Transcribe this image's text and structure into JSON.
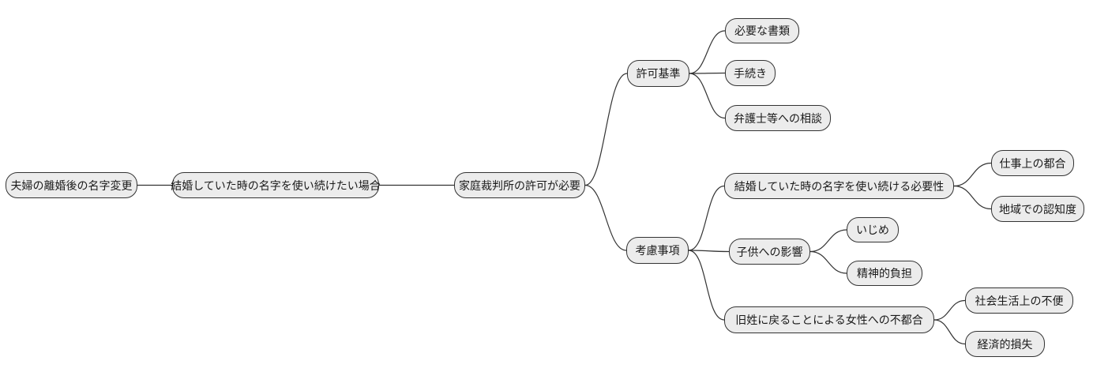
{
  "diagram": {
    "type": "mindmap",
    "direction": "left-to-right",
    "colors": {
      "background": "#ffffff",
      "node_fill": "#ececec",
      "node_border": "#333333",
      "edge": "#333333",
      "text": "#1a1a1a"
    },
    "nodes": {
      "root": {
        "label": "夫婦の離婚後の名字変更"
      },
      "keep_case": {
        "label": "結婚していた時の名字を使い続けたい場合"
      },
      "court": {
        "label": "家庭裁判所の許可が必要"
      },
      "criteria": {
        "label": "許可基準"
      },
      "documents": {
        "label": "必要な書類"
      },
      "procedure": {
        "label": "手続き"
      },
      "lawyer": {
        "label": "弁護士等への相談"
      },
      "considerations": {
        "label": "考慮事項"
      },
      "necessity": {
        "label": "結婚していた時の名字を使い続ける必要性"
      },
      "work": {
        "label": "仕事上の都合"
      },
      "community": {
        "label": "地域での認知度"
      },
      "children": {
        "label": "子供への影響"
      },
      "bullying": {
        "label": "いじめ"
      },
      "mental": {
        "label": "精神的負担"
      },
      "maiden": {
        "label": "旧姓に戻ることによる女性への不都合"
      },
      "social": {
        "label": "社会生活上の不便"
      },
      "economic": {
        "label": "経済的損失"
      }
    },
    "edges": [
      [
        "root",
        "keep_case"
      ],
      [
        "keep_case",
        "court"
      ],
      [
        "court",
        "criteria"
      ],
      [
        "court",
        "considerations"
      ],
      [
        "criteria",
        "documents"
      ],
      [
        "criteria",
        "procedure"
      ],
      [
        "criteria",
        "lawyer"
      ],
      [
        "considerations",
        "necessity"
      ],
      [
        "considerations",
        "children"
      ],
      [
        "considerations",
        "maiden"
      ],
      [
        "necessity",
        "work"
      ],
      [
        "necessity",
        "community"
      ],
      [
        "children",
        "bullying"
      ],
      [
        "children",
        "mental"
      ],
      [
        "maiden",
        "social"
      ],
      [
        "maiden",
        "economic"
      ]
    ]
  }
}
